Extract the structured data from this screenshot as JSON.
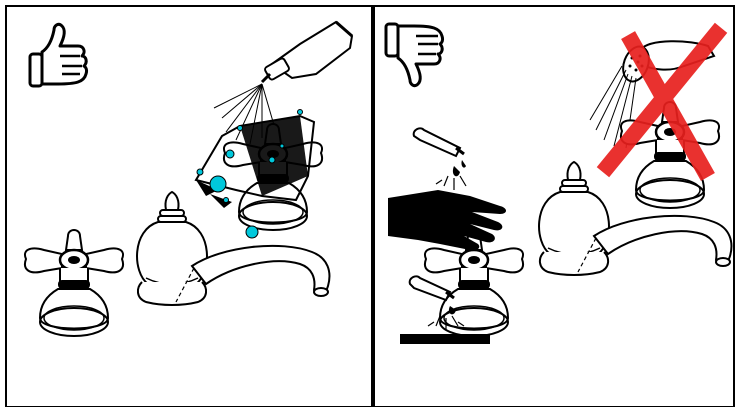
{
  "panels": [
    {
      "id": "do",
      "meaning": "thumbs-up"
    },
    {
      "id": "dont",
      "meaning": "thumbs-down"
    }
  ],
  "colors": {
    "line": "#000000",
    "background": "#ffffff",
    "cleaner_drops": "#00c8dc",
    "prohibition_cross": "#e8201e"
  },
  "icons": [
    "thumbs-up-icon",
    "thumbs-down-icon",
    "cleaner-tube-icon",
    "cloth-icon",
    "glove-hand-icon",
    "dropper-icon",
    "shower-spray-icon",
    "red-x-icon"
  ]
}
